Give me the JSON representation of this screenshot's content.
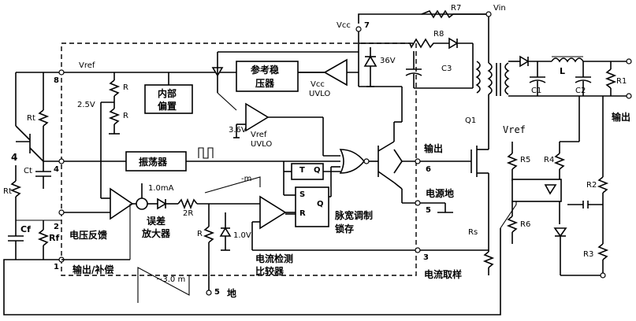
{
  "labels": {
    "vin": "Vin",
    "vcc": "Vcc",
    "pin7": "7",
    "r7": "R7",
    "r8": "R8",
    "c3": "C3",
    "zener36": "36V",
    "vref": "Vref",
    "pin8": "8",
    "ref_reg_1": "参考稳",
    "ref_reg_2": "压器",
    "vcc_uvlo_1": "Vcc",
    "vcc_uvlo_2": "UVLO",
    "internal_bias_1": "内部",
    "internal_bias_2": "偏置",
    "v25": "2.5V",
    "r_top": "R",
    "r_bot": "R",
    "rt": "Rt",
    "v36": "3.6V",
    "vref_uvlo_1": "Vref",
    "vref_uvlo_2": "UVLO",
    "pin4a": "4",
    "pin4b": "4",
    "ct": "Ct",
    "oscillator": "振荡器",
    "output_label": "输出",
    "pin6": "6",
    "q1": "Q1",
    "rt2": "Rt",
    "current_1ma": "1.0mA",
    "minus_m": "-m",
    "t_label": "T",
    "q_label": "Q",
    "s_label": "S",
    "r_label": "R",
    "q2_label": "Q",
    "power_ground": "电源地",
    "pin5a": "5",
    "cf": "Cf",
    "rf": "Rf",
    "pin2": "2",
    "pin1": "1",
    "voltage_feedback": "电压反馈",
    "error_amp_1": "误差",
    "error_amp_2": "放大器",
    "r2r": "2R",
    "r_div": "R",
    "v10": "1.0V",
    "pwm_latch_1": "脉宽调制",
    "pwm_latch_2": "锁存",
    "rs": "Rs",
    "output_comp": "输出/补偿",
    "current_comp_1": "电流检测",
    "current_comp_2": "比较器",
    "pin3": "3",
    "current_sample": "电流取样",
    "ramp_3m": "~3.0 m",
    "pin5b": "5",
    "ground": "地",
    "vref_right": "Vref",
    "r5": "R5",
    "r4": "R4",
    "r6": "R6",
    "r2": "R2",
    "r3": "R3",
    "l": "L",
    "c1": "C1",
    "c2": "C2",
    "r1": "R1",
    "output_right": "输出"
  }
}
